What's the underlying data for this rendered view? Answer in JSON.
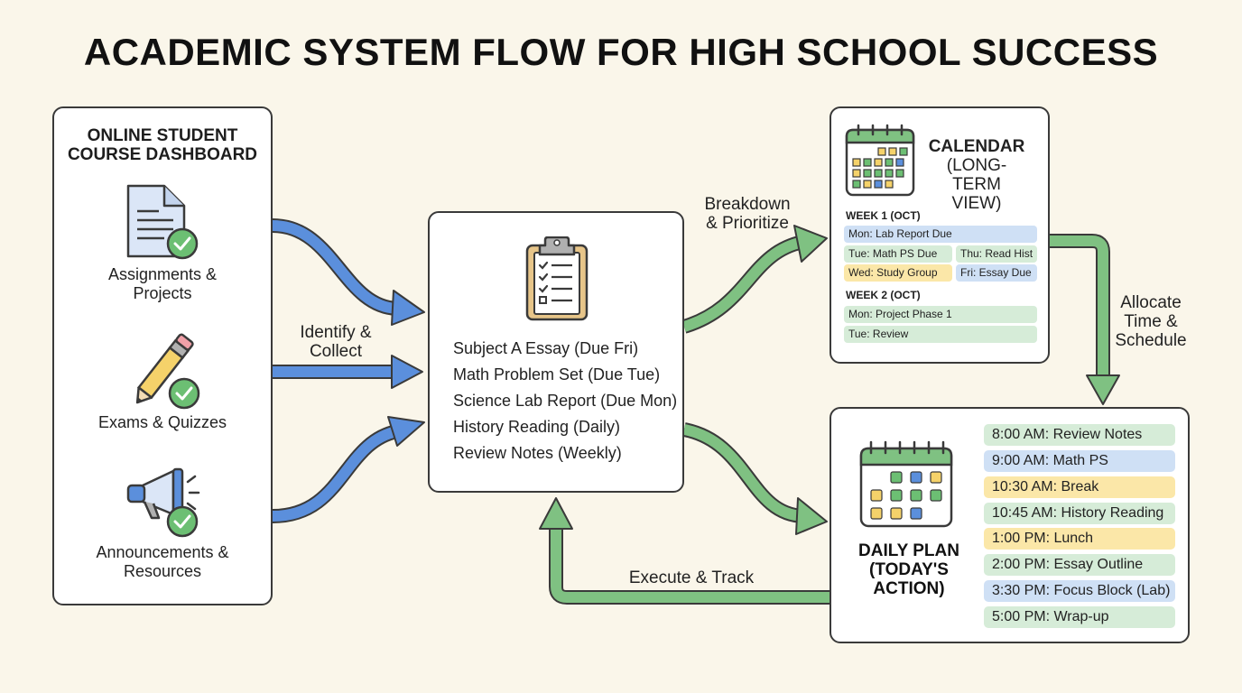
{
  "title": "ACADEMIC SYSTEM FLOW FOR HIGH SCHOOL SUCCESS",
  "dashboard": {
    "heading_line1": "ONLINE STUDENT",
    "heading_line2": "COURSE DASHBOARD",
    "items": [
      {
        "label_line1": "Assignments &",
        "label_line2": "Projects",
        "icon": "document-check-icon"
      },
      {
        "label_line1": "Exams & Quizzes",
        "label_line2": "",
        "icon": "pencil-check-icon"
      },
      {
        "label_line1": "Announcements &",
        "label_line2": "Resources",
        "icon": "megaphone-check-icon"
      }
    ]
  },
  "flows": {
    "identify_line1": "Identify &",
    "identify_line2": "Collect",
    "breakdown_line1": "Breakdown",
    "breakdown_line2": "& Prioritize",
    "allocate_line1": "Allocate",
    "allocate_line2": "Time &",
    "allocate_line3": "Schedule",
    "execute": "Execute & Track"
  },
  "tasks": {
    "icon": "clipboard-checklist-icon",
    "items": [
      "Subject A Essay (Due Fri)",
      "Math Problem Set (Due Tue)",
      "Science Lab Report (Due Mon)",
      "History Reading (Daily)",
      "Review Notes (Weekly)"
    ]
  },
  "calendar": {
    "title_line1": "CALENDAR",
    "title_line2": "(LONG-TERM",
    "title_line3": "VIEW)",
    "week1_label": "WEEK 1 (OCT)",
    "week1": [
      {
        "text": "Mon: Lab Report Due",
        "color": "#cfe0f5"
      },
      {
        "text": "Tue: Math PS Due",
        "color": "#d6ecd8"
      },
      {
        "text": "Thu: Read Hist",
        "color": "#d6ecd8"
      },
      {
        "text": "Wed: Study Group",
        "color": "#fbe7a8"
      },
      {
        "text": "Fri: Essay Due",
        "color": "#cfe0f5"
      }
    ],
    "week2_label": "WEEK 2 (OCT)",
    "week2": [
      {
        "text": "Mon: Project Phase 1",
        "color": "#d6ecd8"
      },
      {
        "text": "Tue: Review",
        "color": "#d6ecd8"
      }
    ]
  },
  "daily": {
    "title_line1": "DAILY PLAN",
    "title_line2": "(TODAY'S",
    "title_line3": "ACTION)",
    "schedule": [
      {
        "text": "8:00 AM: Review Notes",
        "color": "#d6ecd8"
      },
      {
        "text": "9:00 AM: Math PS",
        "color": "#cfe0f5"
      },
      {
        "text": "10:30 AM: Break",
        "color": "#fbe7a8"
      },
      {
        "text": "10:45 AM: History Reading",
        "color": "#d6ecd8"
      },
      {
        "text": "1:00 PM: Lunch",
        "color": "#fbe7a8"
      },
      {
        "text": "2:00 PM: Essay Outline",
        "color": "#d6ecd8"
      },
      {
        "text": "3:30 PM: Focus Block (Lab)",
        "color": "#cfe0f5"
      },
      {
        "text": "5:00 PM: Wrap-up",
        "color": "#d6ecd8"
      }
    ]
  },
  "colors": {
    "blue_arrow": "#5b8fdc",
    "green_arrow": "#7fc182",
    "outline": "#3a3a3a",
    "background": "#faf6ea"
  }
}
